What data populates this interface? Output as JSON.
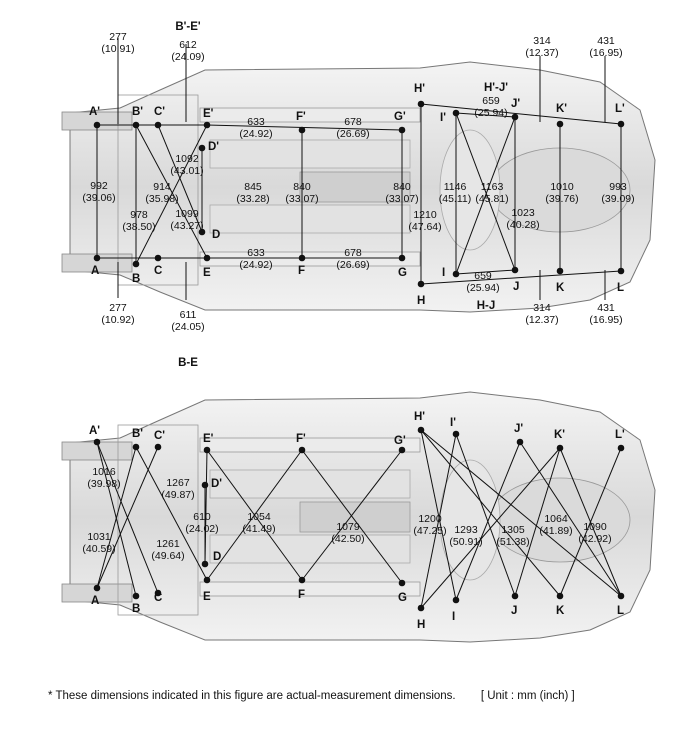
{
  "diagram1": {
    "points": {
      "A": "A",
      "B": "B",
      "C": "C",
      "D": "D",
      "E": "E",
      "F": "F",
      "G": "G",
      "H": "H",
      "I": "I",
      "J": "J",
      "K": "K",
      "L": "L",
      "Ap": "A'",
      "Bp": "B'",
      "Cp": "C'",
      "Dp": "D'",
      "Ep": "E'",
      "Fp": "F'",
      "Gp": "G'",
      "Hp": "H'",
      "Ip": "I'",
      "Jp": "J'",
      "Kp": "K'",
      "Lp": "L'"
    },
    "sections": {
      "top": "B'-E'",
      "bottom": "B-E",
      "hj_top": "H'-J'",
      "hj_bottom": "H-J"
    },
    "dims": {
      "d277t": [
        "277",
        "(10.91)"
      ],
      "d612": [
        "612",
        "(24.09)"
      ],
      "d314t": [
        "314",
        "(12.37)"
      ],
      "d431t": [
        "431",
        "(16.95)"
      ],
      "d659t": [
        "659",
        "(25.94)"
      ],
      "d633t": [
        "633",
        "(24.92)"
      ],
      "d678t": [
        "678",
        "(26.69)"
      ],
      "d1092": [
        "1092",
        "(43.01)"
      ],
      "d992": [
        "992",
        "(39.06)"
      ],
      "d914": [
        "914",
        "(35.98)"
      ],
      "d978": [
        "978",
        "(38.50)"
      ],
      "d845": [
        "845",
        "(33.28)"
      ],
      "d840a": [
        "840",
        "(33.07)"
      ],
      "d840b": [
        "840",
        "(33.07)"
      ],
      "d1099": [
        "1099",
        "(43.27)"
      ],
      "d1210": [
        "1210",
        "(47.64)"
      ],
      "d1146": [
        "1146",
        "(45.11)"
      ],
      "d1163": [
        "1163",
        "(45.81)"
      ],
      "d1023": [
        "1023",
        "(40.28)"
      ],
      "d1010": [
        "1010",
        "(39.76)"
      ],
      "d993": [
        "993",
        "(39.09)"
      ],
      "d633b": [
        "633",
        "(24.92)"
      ],
      "d678b": [
        "678",
        "(26.69)"
      ],
      "d659b": [
        "659",
        "(25.94)"
      ],
      "d277b": [
        "277",
        "(10.92)"
      ],
      "d611": [
        "611",
        "(24.05)"
      ],
      "d314b": [
        "314",
        "(12.37)"
      ],
      "d431b": [
        "431",
        "(16.95)"
      ]
    }
  },
  "diagram2": {
    "points": {
      "A": "A",
      "B": "B",
      "C": "C",
      "D": "D",
      "E": "E",
      "F": "F",
      "G": "G",
      "H": "H",
      "I": "I",
      "J": "J",
      "K": "K",
      "L": "L",
      "Ap": "A'",
      "Bp": "B'",
      "Cp": "C'",
      "Dp": "D'",
      "Ep": "E'",
      "Fp": "F'",
      "Gp": "G'",
      "Hp": "H'",
      "Ip": "I'",
      "Jp": "J'",
      "Kp": "K'",
      "Lp": "L'"
    },
    "dims": {
      "d1016": [
        "1016",
        "(39.98)"
      ],
      "d1031": [
        "1031",
        "(40.59)"
      ],
      "d1267": [
        "1267",
        "(49.87)"
      ],
      "d1261": [
        "1261",
        "(49.64)"
      ],
      "d610": [
        "610",
        "(24.02)"
      ],
      "d1054": [
        "1054",
        "(41.49)"
      ],
      "d1079": [
        "1079",
        "(42.50)"
      ],
      "d1200": [
        "1200",
        "(47.25)"
      ],
      "d1293": [
        "1293",
        "(50.91)"
      ],
      "d1305": [
        "1305",
        "(51.38)"
      ],
      "d1064": [
        "1064",
        "(41.89)"
      ],
      "d1090": [
        "1090",
        "(42.92)"
      ]
    }
  },
  "footnote": {
    "note": "*  These dimensions indicated in this figure are actual-measurement dimensions.",
    "unit": "[ Unit : mm (inch) ]"
  }
}
